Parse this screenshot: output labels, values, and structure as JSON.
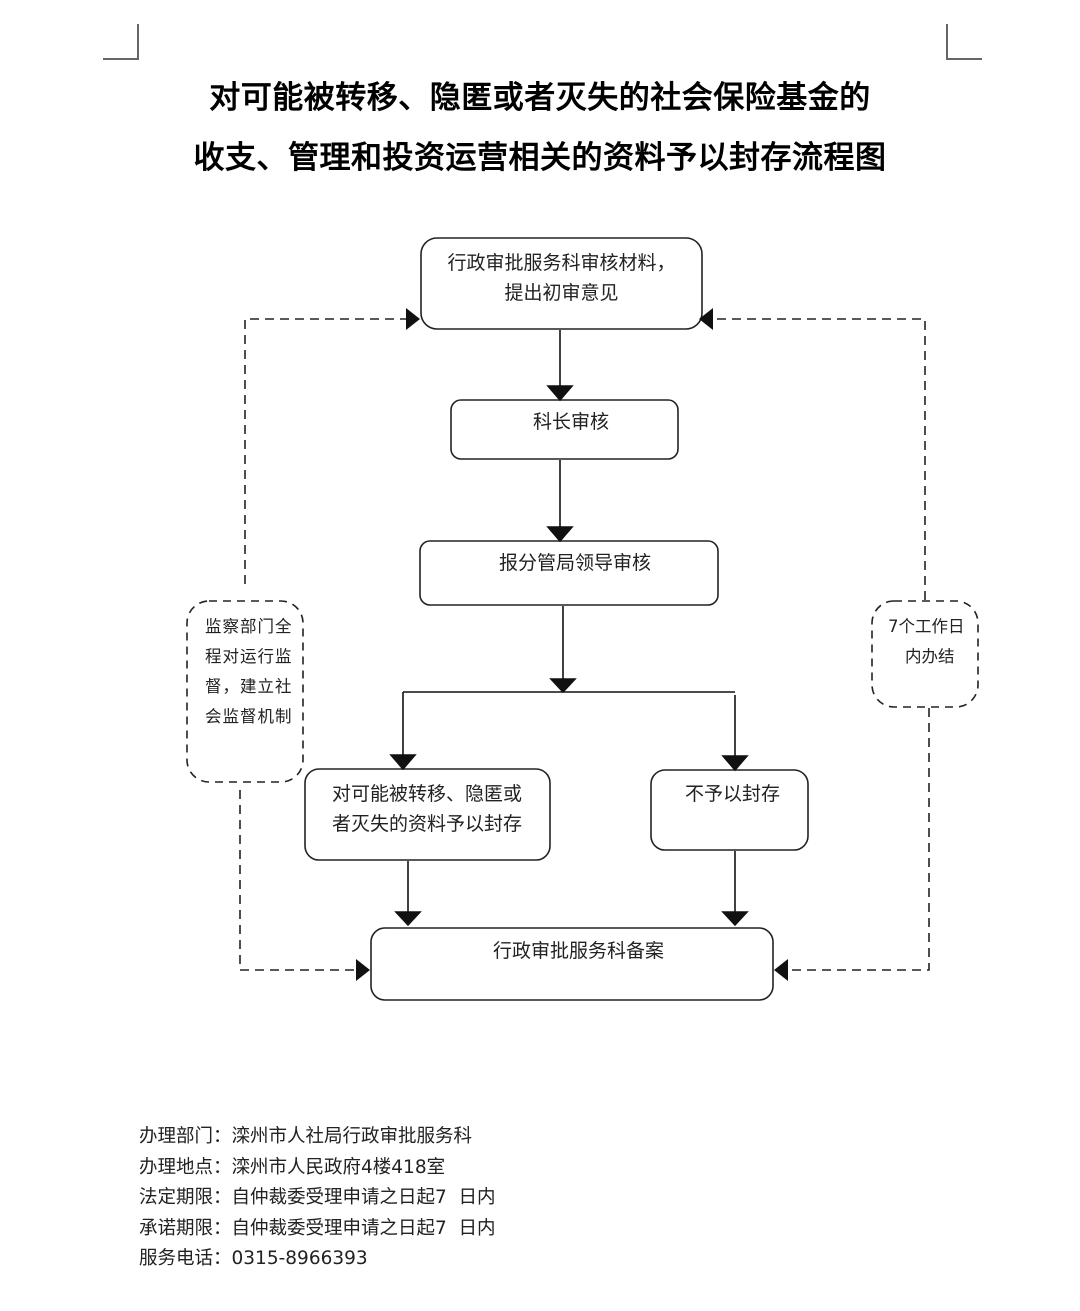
{
  "title": {
    "line1": "对可能被转移、隐匿或者灭失的社会保险基金的",
    "line2": "收支、管理和投资运营相关的资料予以封存流程图"
  },
  "flowchart": {
    "nodes": {
      "initial_review": {
        "line1": "行政审批服务科审核材料，",
        "line2": "提出初审意见"
      },
      "section_chief_review": "科长审核",
      "leader_review": "报分管局领导审核",
      "seal": {
        "line1": "对可能被转移、隐匿或",
        "line2": "者灭失的资料予以封存"
      },
      "no_seal": "不予以封存",
      "record": "行政审批服务科备案"
    },
    "side_notes": {
      "supervision": [
        "监察部门全",
        "程对运行监",
        "督，建立社",
        "会监督机制"
      ],
      "deadline": [
        "7个工作日",
        "内办结"
      ]
    }
  },
  "footer": {
    "items": [
      {
        "label": "办理部门：",
        "value": "滦州市人社局行政审批服务科"
      },
      {
        "label": "办理地点：",
        "value": "滦州市人民政府4楼418室"
      },
      {
        "label": "法定期限：",
        "value": "自仲裁委受理申请之日起7  日内"
      },
      {
        "label": "承诺期限：",
        "value": "自仲裁委受理申请之日起7  日内"
      },
      {
        "label": "服务电话：",
        "value": "0315-8966393"
      }
    ]
  }
}
